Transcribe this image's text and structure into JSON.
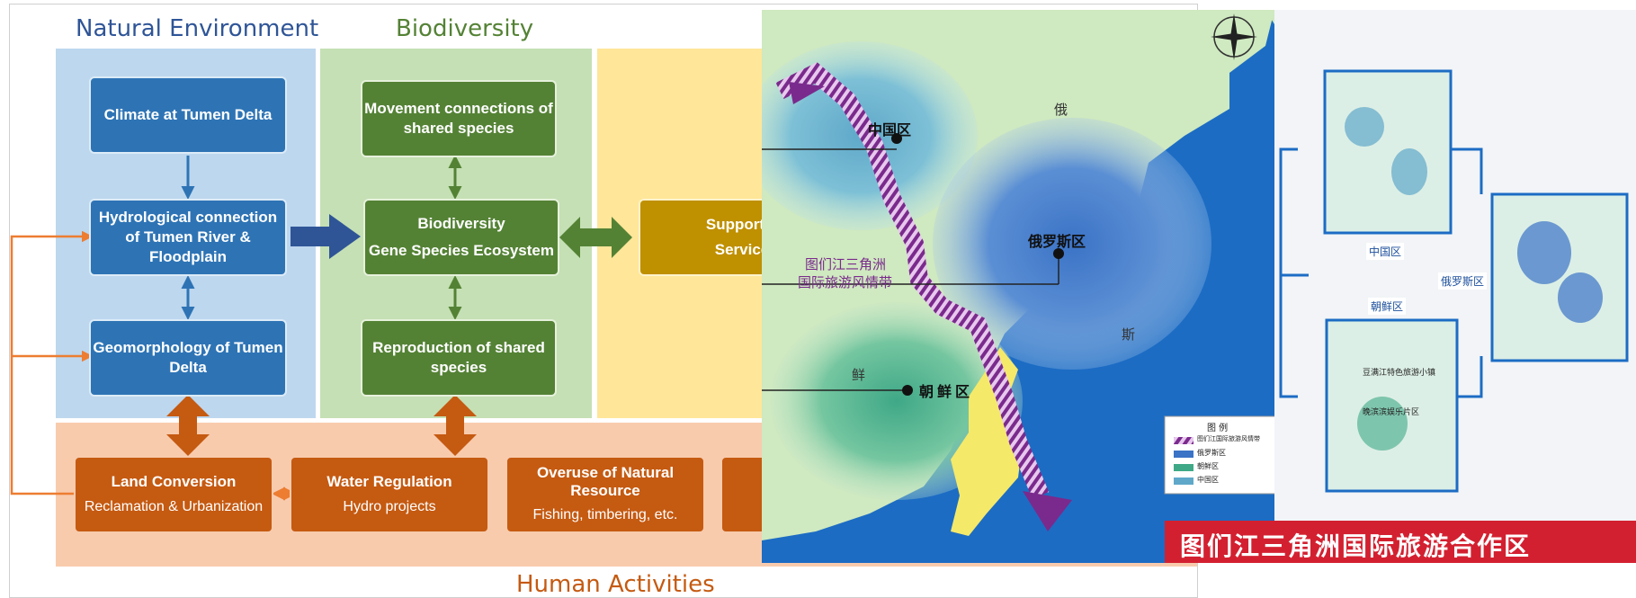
{
  "diagram": {
    "natural_environment": {
      "title": "Natural Environment",
      "climate": "Climate at Tumen Delta",
      "hydrological": "Hydrological connection of Tumen River & Floodplain",
      "geomorphology": "Geomorphology of Tumen Delta"
    },
    "biodiversity": {
      "title": "Biodiversity",
      "movement": "Movement connections of shared species",
      "center_line1": "Biodiversity",
      "center_line2": "Gene Species Ecosystem",
      "reproduction": "Reproduction of shared species"
    },
    "ecosystem_services": {
      "supporting_line1": "Supportin",
      "supporting_line2": "Service"
    },
    "human_activities": {
      "title": "Human Activities",
      "land_title": "Land Conversion",
      "land_sub": "Reclamation & Urbanization",
      "water_title": "Water Regulation",
      "water_sub": "Hydro projects",
      "overuse_title": "Overuse of Natural Resource",
      "overuse_sub": "Fishing, timbering, etc."
    },
    "colors": {
      "nat_bg": "#bdd7ee",
      "bio_bg": "#c5e0b4",
      "eco_bg": "#ffe699",
      "human_bg": "#f8cbad",
      "blue": "#2e74b5",
      "green": "#548235",
      "gold": "#bf9000",
      "orange": "#c55a11"
    }
  },
  "map_photo": {
    "zone_china": "中国区",
    "zone_russia": "俄罗斯区",
    "zone_korea": "朝鲜区",
    "route_label_line1": "图们江三角洲",
    "route_label_line2": "国际旅游风情带",
    "country_russia_char1": "俄",
    "country_russia_char2": "斯",
    "country_korea_char": "鲜",
    "legend_title": "图  例",
    "legend_items": [
      "图们江国际旅游风情带",
      "俄罗斯区",
      "朝鲜区",
      "中国区"
    ],
    "inset_china": "中国区",
    "inset_russia": "俄罗斯区",
    "inset_korea": "朝鲜区",
    "inset_korea_label1": "豆满江特色旅游小镇",
    "inset_korea_label2": "晚滨滨娱乐片区",
    "banner": "图们江三角洲国际旅游合作区",
    "compass_icon": "compass-rose-icon"
  }
}
